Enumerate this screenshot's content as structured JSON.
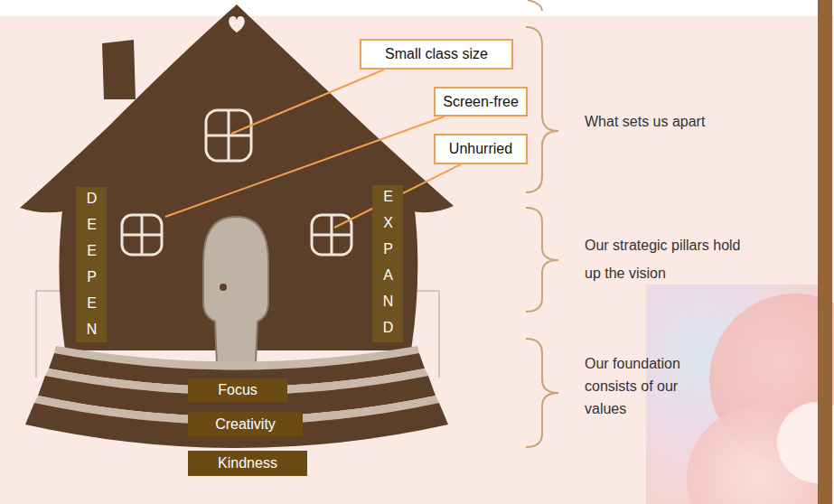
{
  "diagram": {
    "nodes": [
      {
        "text": [
          "Small class size"
        ]
      },
      {
        "text": [
          "Screen-free"
        ]
      },
      {
        "text": [
          "Unhurried"
        ]
      },
      {
        "text": [
          "DEEPEN"
        ]
      },
      {
        "text": [
          "EXPAND"
        ]
      },
      {
        "text": [
          "Focus"
        ]
      },
      {
        "text": [
          "Creativity"
        ]
      },
      {
        "text": [
          "Kindness"
        ]
      }
    ],
    "labels": [
      "What sets us apart",
      "Our strategic pillars hold up the vision",
      "Our foundation consists of our values"
    ]
  }
}
